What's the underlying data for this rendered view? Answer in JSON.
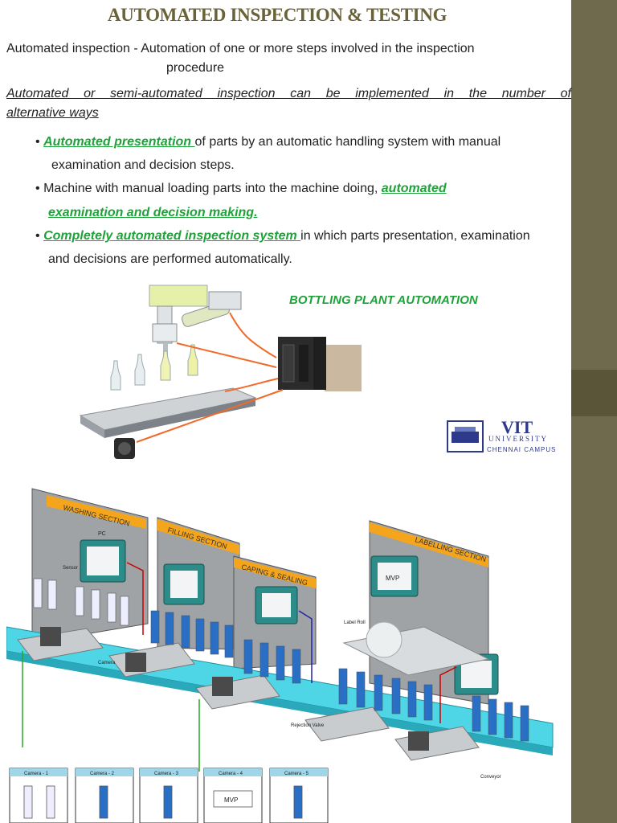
{
  "title": "AUTOMATED INSPECTION & TESTING",
  "intro": {
    "line1": "Automated inspection - Automation of one or more steps involved in the inspection",
    "line2": "procedure"
  },
  "subtitle": {
    "line1": "Automated or semi-automated inspection can be implemented in the number of",
    "line2": "alternative ways"
  },
  "bullets": [
    {
      "highlight": "Automated presentation ",
      "text": "of parts by an automatic handling system with manual",
      "cont": "examination and decision steps."
    },
    {
      "text": "Machine with manual loading parts into the machine doing, ",
      "highlight": "automated",
      "cont": "examination and decision making."
    },
    {
      "highlight": "Completely automated inspection system ",
      "text": "in which parts presentation, examination",
      "cont": "and decisions are performed automatically."
    }
  ],
  "bullet_symbol": "•",
  "diagram_caption": "BOTTLING PLANT AUTOMATION",
  "logo": {
    "name": "VIT",
    "sub": "UNIVERSITY",
    "campus": "CHENNAI CAMPUS"
  },
  "plant": {
    "sections": [
      "WASHING SECTION",
      "FILLING SECTION",
      "CAPING & SEALING",
      "LABELLING SECTION"
    ],
    "labels": {
      "pc": "PC",
      "sensor": "Sensor",
      "camera": "Camera",
      "label_roll": "Label Roll",
      "rejection": "Rejection Valve",
      "conveyor": "Conveyor",
      "mvp": "MVP"
    },
    "cameras": [
      "Camera - 1",
      "Camera - 2",
      "Camera - 3",
      "Camera - 4",
      "Camera - 5"
    ]
  },
  "colors": {
    "title": "#6a6338",
    "green": "#1fa23a",
    "sidebar": "#6f6a4d",
    "conveyor": "#4fd6e6"
  }
}
